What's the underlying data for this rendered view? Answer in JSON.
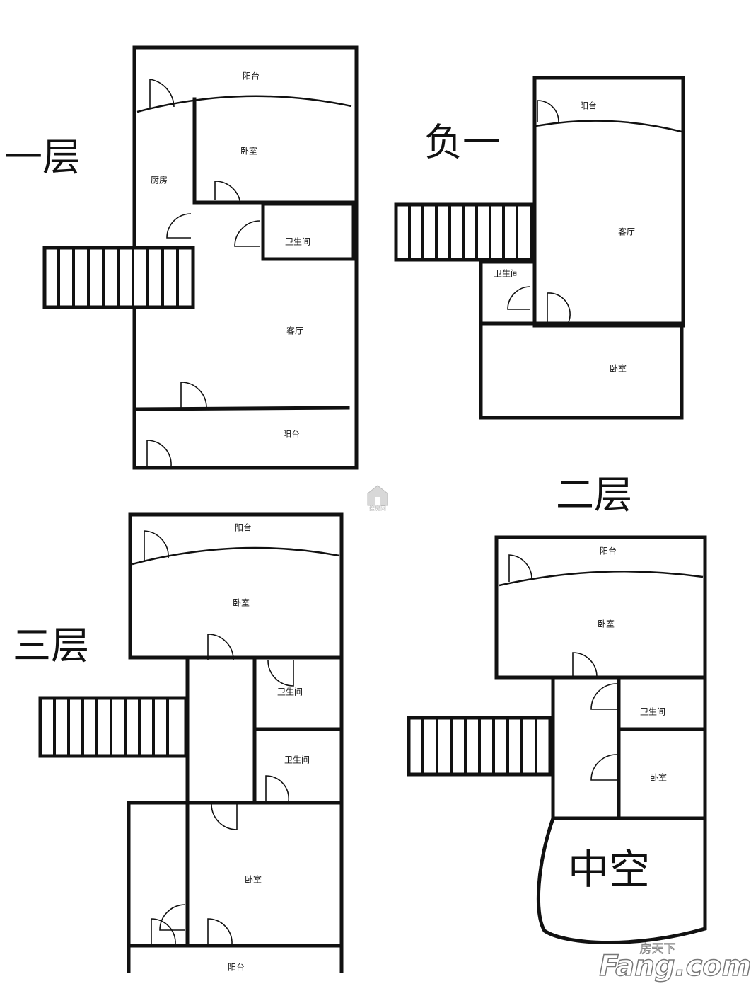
{
  "floors": {
    "first": {
      "label": "一层",
      "rooms": {
        "balcony_top": "阳台",
        "bedroom": "卧室",
        "kitchen": "厨房",
        "bathroom": "卫生间",
        "living": "客厅",
        "balcony_bottom": "阳台"
      }
    },
    "basement": {
      "label": "负一",
      "rooms": {
        "balcony": "阳台",
        "living": "客厅",
        "bathroom": "卫生间",
        "bedroom": "卧室"
      }
    },
    "third": {
      "label": "三层",
      "rooms": {
        "balcony_top": "阳台",
        "bedroom_top": "卧室",
        "bathroom_1": "卫生间",
        "bathroom_2": "卫生间",
        "bedroom_bottom": "卧室",
        "balcony_bottom": "阳台"
      }
    },
    "second": {
      "label": "二层",
      "rooms": {
        "balcony": "阳台",
        "bedroom_top": "卧室",
        "bathroom": "卫生间",
        "bedroom_small": "卧室",
        "void": "中空"
      }
    }
  },
  "center_mark": {
    "icon": "house-icon",
    "text": "搜房网"
  },
  "watermark": {
    "cn": "房天下",
    "en": "Fang.com"
  }
}
